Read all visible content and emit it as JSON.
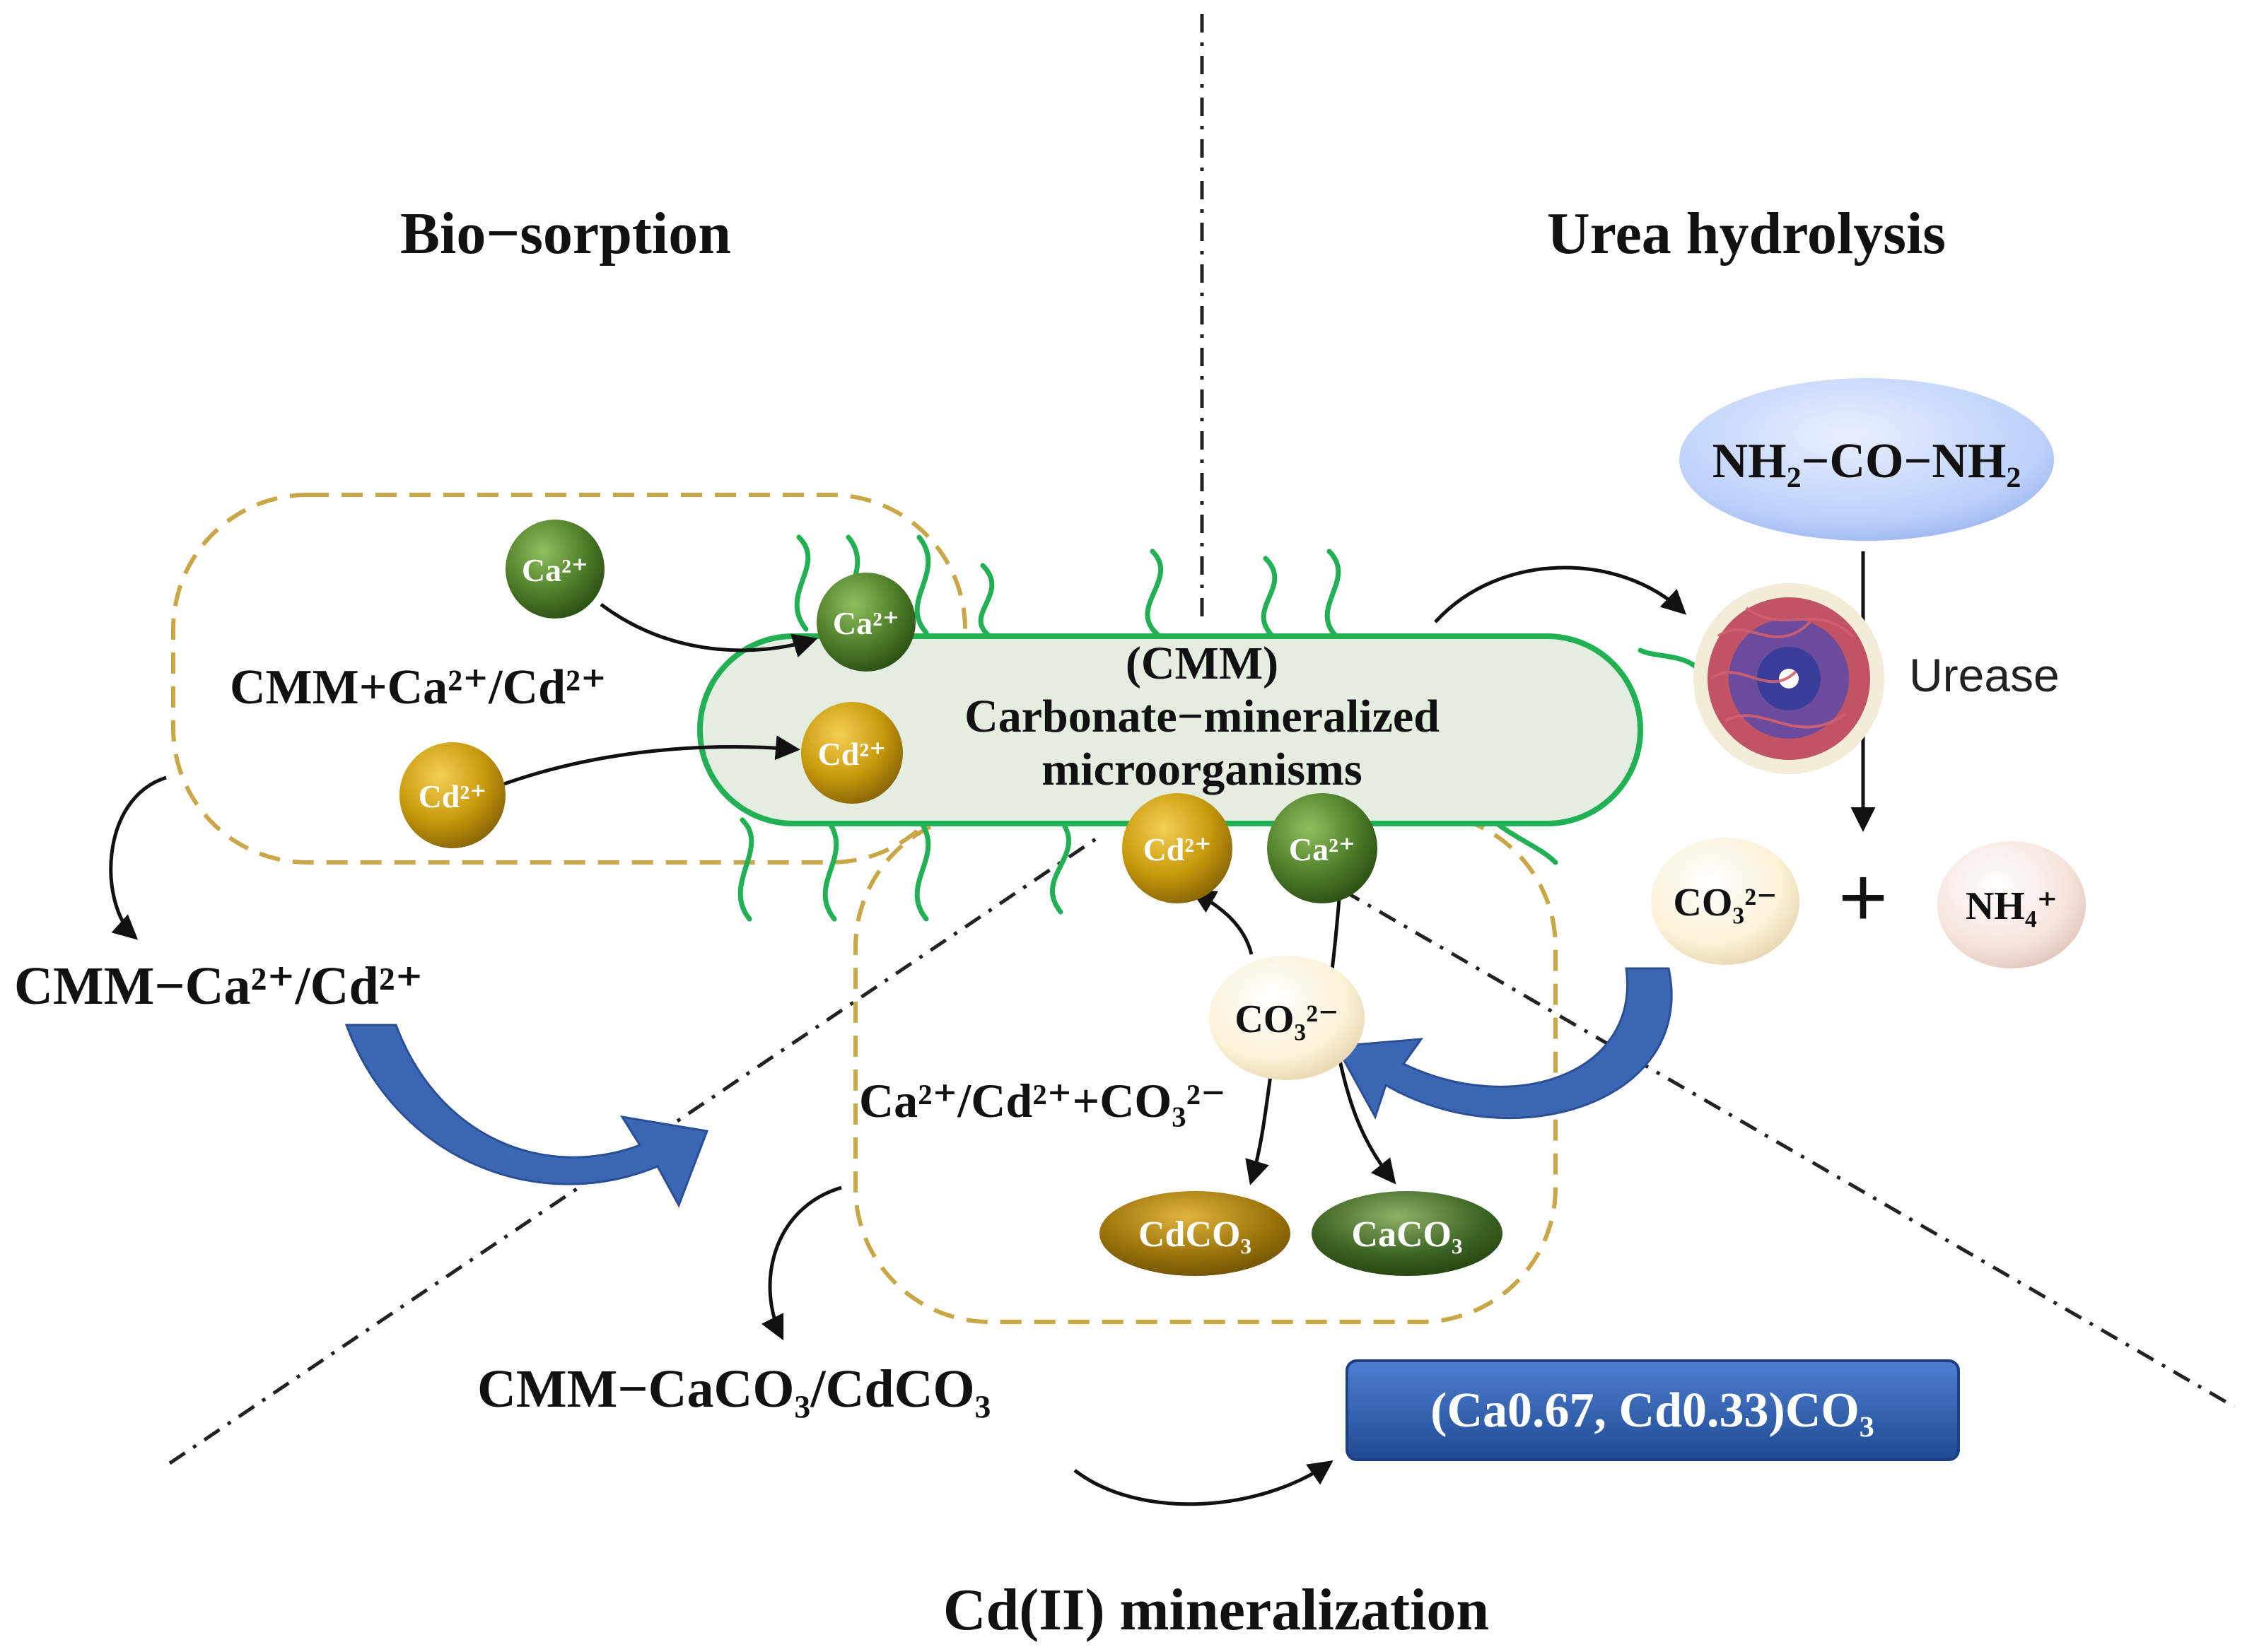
{
  "sections": {
    "biosorption": "Bio−sorption",
    "urea_hydrolysis": "Urea hydrolysis",
    "mineralization": "Cd(II) mineralization"
  },
  "cell": {
    "line1": "(CMM)",
    "line2": "Carbonate−mineralized",
    "line3": "microorganisms"
  },
  "labels": {
    "cmm_plus": "CMM+Ca²⁺/Cd²⁺",
    "cmm_bound": "CMM−Ca²⁺/Cd²⁺",
    "precip_reaction": "Ca²⁺/Cd²⁺+CO₃²⁻",
    "cmm_carbonate": "CMM−CaCO₃/CdCO₃",
    "urease": "Urease",
    "plus_sign": "+"
  },
  "ions": {
    "ca": "Ca²⁺",
    "cd": "Cd²⁺",
    "co3": "CO₃²⁻",
    "nh4": "NH₄⁺",
    "cdco3": "CdCO₃",
    "caco3": "CaCO₃"
  },
  "urea": "NH₂−CO−NH₂",
  "product": "(Ca0.67, Cd0.33)CO₃",
  "colors": {
    "ca_ball": "#4f7f2a",
    "cd_ball": "#c99a0c",
    "cell_fill": "#e4eee0",
    "cell_stroke": "#22b055",
    "dashed_region": "#c9a646",
    "blue_arrow": "#3b66b3",
    "product_box": "#2f5fae"
  }
}
